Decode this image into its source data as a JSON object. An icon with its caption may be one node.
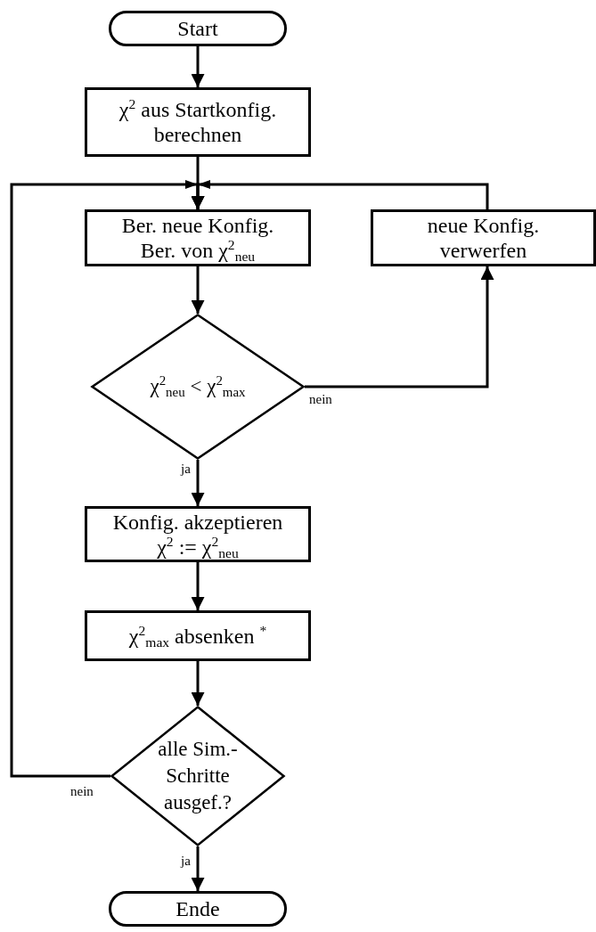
{
  "diagram": {
    "nodes": [
      {
        "text": [
          "Start"
        ]
      },
      {
        "text": [
          "χ$^{2}$ aus Startkonfig. berechnen"
        ]
      },
      {
        "text": [
          "Ber. neue Konfig. Ber. von χ$^{2}$$_{neu}$"
        ]
      },
      {
        "text": [
          "neue Konfig. verwerfen"
        ]
      },
      {
        "text": [
          "χ$^{2}$$_{neu}$ < χ$^{2}$$_{max}$"
        ]
      },
      {
        "text": [
          "Konfig. akzeptieren χ$^{2}$ := χ$^{2}$$_{neu}$"
        ]
      },
      {
        "text": [
          "χ$^{2}$$_{max}$ absenken $^{*}$"
        ]
      },
      {
        "text": [
          "alle Sim.-Schritte ausgef.?"
        ]
      },
      {
        "text": [
          "Ende"
        ]
      }
    ],
    "edges": [
      {
        "from": 0,
        "to": 1,
        "arrow": "to"
      },
      {
        "from": 1,
        "to": 2,
        "arrow": "to"
      },
      {
        "from": 2,
        "to": 4,
        "arrow": "to"
      },
      {
        "from": 4,
        "to": 3,
        "arrow": "to",
        "label": "nein"
      },
      {
        "from": 3,
        "to": 2,
        "arrow": "to"
      },
      {
        "from": 4,
        "to": 5,
        "arrow": "to",
        "label": "ja"
      },
      {
        "from": 5,
        "to": 6,
        "arrow": "to"
      },
      {
        "from": 6,
        "to": 7,
        "arrow": "to"
      },
      {
        "from": 7,
        "to": 2,
        "arrow": "to",
        "label": "nein"
      },
      {
        "from": 7,
        "to": 8,
        "arrow": "to",
        "label": "ja"
      }
    ]
  }
}
